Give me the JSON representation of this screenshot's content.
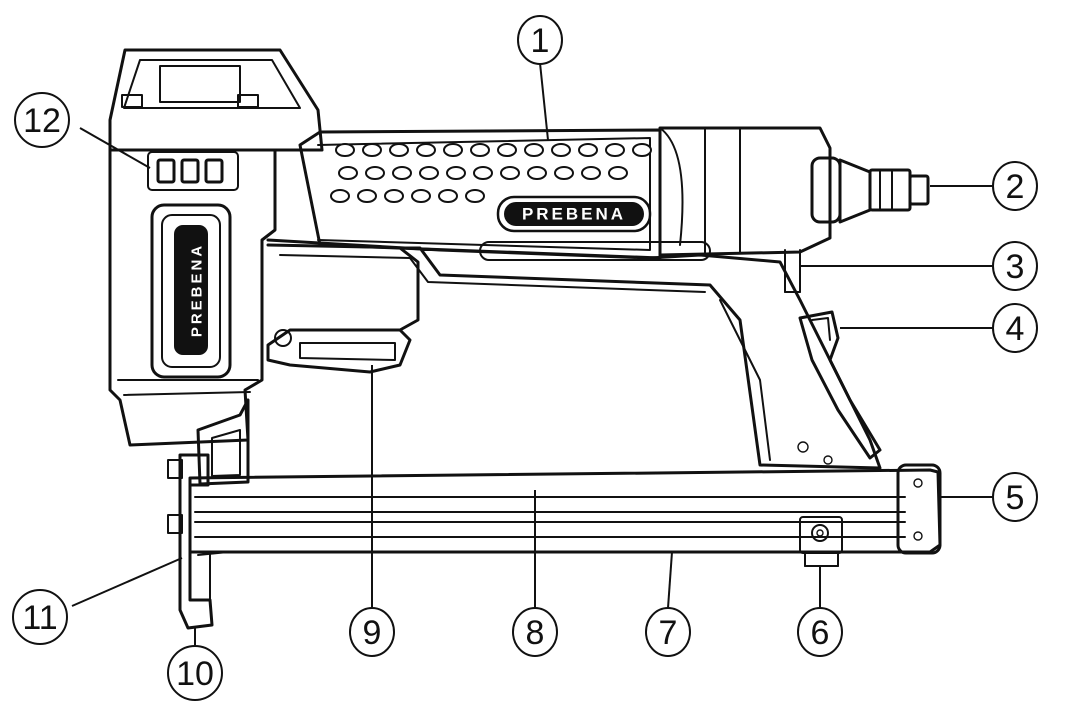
{
  "brand_text": "PREBENA",
  "callouts": [
    {
      "id": "1",
      "label": "1"
    },
    {
      "id": "2",
      "label": "2"
    },
    {
      "id": "3",
      "label": "3"
    },
    {
      "id": "4",
      "label": "4"
    },
    {
      "id": "5",
      "label": "5"
    },
    {
      "id": "6",
      "label": "6"
    },
    {
      "id": "7",
      "label": "7"
    },
    {
      "id": "8",
      "label": "8"
    },
    {
      "id": "9",
      "label": "9"
    },
    {
      "id": "10",
      "label": "10"
    },
    {
      "id": "11",
      "label": "11"
    },
    {
      "id": "12",
      "label": "12"
    }
  ]
}
